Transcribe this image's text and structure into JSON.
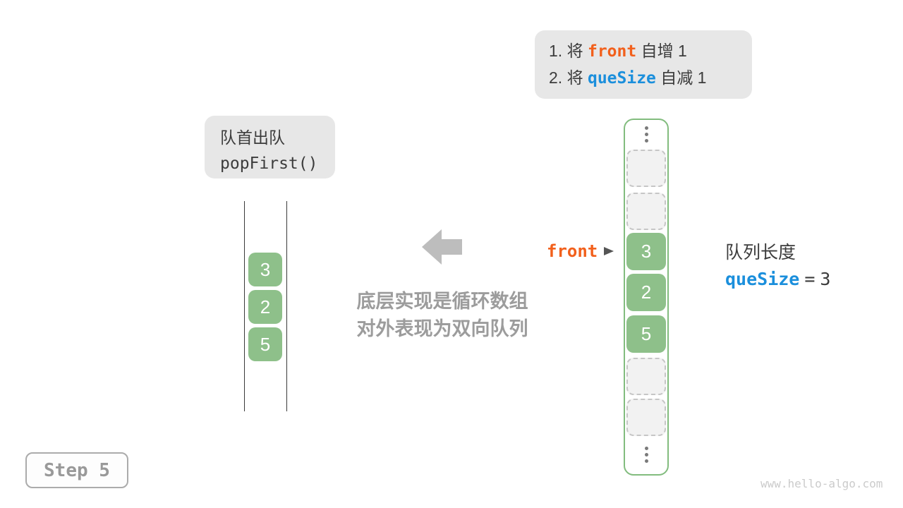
{
  "colors": {
    "orange": "#F2601C",
    "blue": "#1B8FDC",
    "text_dark": "#3C3C3C",
    "note_bg": "#E7E7E7",
    "green_fill": "#8EC08A",
    "green_border": "#82BC7E",
    "gray_text": "#9C9C9C",
    "arrow_gray": "#BDBDBD",
    "dashed_border": "#C6C6C6",
    "empty_fill": "#F2F2F2",
    "dots": "#7A7A7A",
    "line": "#3A3A3A",
    "step_text": "#999999",
    "step_border": "#ABABAB",
    "watermark": "#CBCBCB"
  },
  "note": {
    "line1_prefix": "1. 将",
    "line1_code": "front",
    "line1_suffix": "自增 1",
    "line2_prefix": "2. 将",
    "line2_code": "queSize",
    "line2_suffix": "自减 1"
  },
  "operation": {
    "title": "队首出队",
    "code": "popFirst()"
  },
  "left_queue": {
    "values": [
      "3",
      "2",
      "5"
    ]
  },
  "center": {
    "caption_line1": "底层实现是循环数组",
    "caption_line2": "对外表现为双向队列"
  },
  "right_array": {
    "front_label": "front",
    "values": [
      "3",
      "2",
      "5"
    ]
  },
  "queue_length": {
    "label": "队列长度",
    "var_name": "queSize",
    "equals": "=",
    "value": "3"
  },
  "step": {
    "label": "Step 5"
  },
  "watermark": "www.hello-algo.com"
}
